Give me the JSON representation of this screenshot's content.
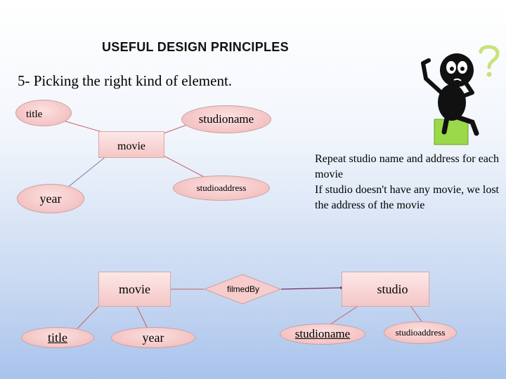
{
  "heading": "USEFUL DESIGN PRINCIPLES",
  "subheading": "5- Picking the right kind of element.",
  "diagram_bad": {
    "entity": "movie",
    "attr_title": "title",
    "attr_year": "year",
    "attr_studioname": "studioname",
    "attr_studioaddress": "studioaddress"
  },
  "note": {
    "line1": "Repeat studio name and address for each movie",
    "line2": "If studio doesn't have any movie, we lost the address of the movie"
  },
  "diagram_good": {
    "entity_movie": "movie",
    "entity_studio": "studio",
    "relationship": "filmedBy",
    "attr_title": "title",
    "attr_year": "year",
    "attr_studioname": "studioname",
    "attr_studioaddress": "studioaddress"
  },
  "icons": {
    "thinker": "confused-person-question-mark-icon"
  },
  "colors": {
    "shape_fill": "#f4c6c6",
    "line": "#c04848",
    "question_mark": "#c8e27a",
    "pedestal": "#9bd84a"
  }
}
